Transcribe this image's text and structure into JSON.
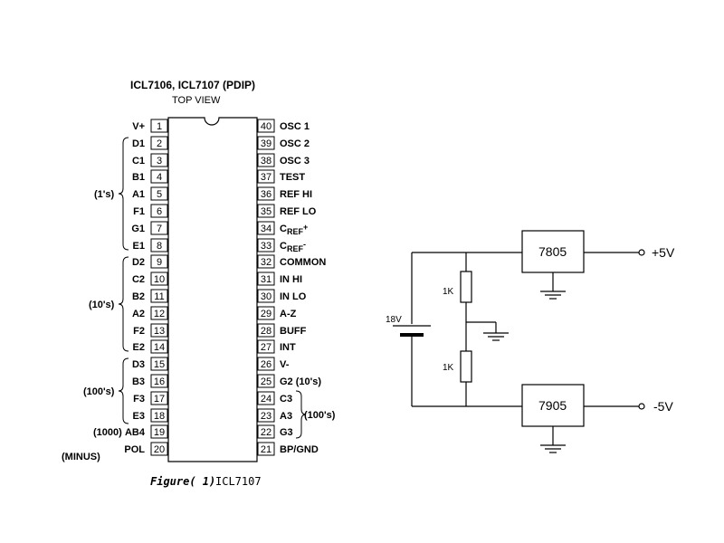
{
  "chip": {
    "title": "ICL7106, ICL7107 (PDIP)",
    "subtitle": "TOP VIEW",
    "left_pins": [
      {
        "num": "1",
        "label": "V+"
      },
      {
        "num": "2",
        "label": "D1"
      },
      {
        "num": "3",
        "label": "C1"
      },
      {
        "num": "4",
        "label": "B1"
      },
      {
        "num": "5",
        "label": "A1"
      },
      {
        "num": "6",
        "label": "F1"
      },
      {
        "num": "7",
        "label": "G1"
      },
      {
        "num": "8",
        "label": "E1"
      },
      {
        "num": "9",
        "label": "D2"
      },
      {
        "num": "10",
        "label": "C2"
      },
      {
        "num": "11",
        "label": "B2"
      },
      {
        "num": "12",
        "label": "A2"
      },
      {
        "num": "13",
        "label": "F2"
      },
      {
        "num": "14",
        "label": "E2"
      },
      {
        "num": "15",
        "label": "D3"
      },
      {
        "num": "16",
        "label": "B3"
      },
      {
        "num": "17",
        "label": "F3"
      },
      {
        "num": "18",
        "label": "E3"
      },
      {
        "num": "19",
        "label": "AB4"
      },
      {
        "num": "20",
        "label": "POL"
      }
    ],
    "right_pins": [
      {
        "num": "40",
        "label": "OSC 1"
      },
      {
        "num": "39",
        "label": "OSC 2"
      },
      {
        "num": "38",
        "label": "OSC 3"
      },
      {
        "num": "37",
        "label": "TEST"
      },
      {
        "num": "36",
        "label": "REF HI"
      },
      {
        "num": "35",
        "label": "REF LO"
      },
      {
        "num": "34",
        "label": "C",
        "sub": "REF",
        "sup": "+"
      },
      {
        "num": "33",
        "label": "C",
        "sub": "REF",
        "sup": "-"
      },
      {
        "num": "32",
        "label": "COMMON"
      },
      {
        "num": "31",
        "label": "IN HI"
      },
      {
        "num": "30",
        "label": "IN LO"
      },
      {
        "num": "29",
        "label": "A-Z"
      },
      {
        "num": "28",
        "label": "BUFF"
      },
      {
        "num": "27",
        "label": "INT"
      },
      {
        "num": "26",
        "label": "V-"
      },
      {
        "num": "25",
        "label": "G2 (10's)"
      },
      {
        "num": "24",
        "label": "C3"
      },
      {
        "num": "23",
        "label": "A3"
      },
      {
        "num": "22",
        "label": "G3"
      },
      {
        "num": "21",
        "label": "BP/GND"
      }
    ],
    "groups": {
      "ones": "(1's)",
      "tens": "(10's)",
      "hundreds_left": "(100's)",
      "hundreds_right": "(100's)",
      "thousand": "(1000)",
      "minus": "(MINUS)"
    }
  },
  "caption": {
    "figure": "Figure( 1)",
    "name": "ICL7107"
  },
  "supply": {
    "reg_pos": "7805",
    "reg_neg": "7905",
    "out_pos": "+5V",
    "out_neg": "-5V",
    "battery": "18V",
    "r_top": "1K",
    "r_bot": "1K"
  }
}
